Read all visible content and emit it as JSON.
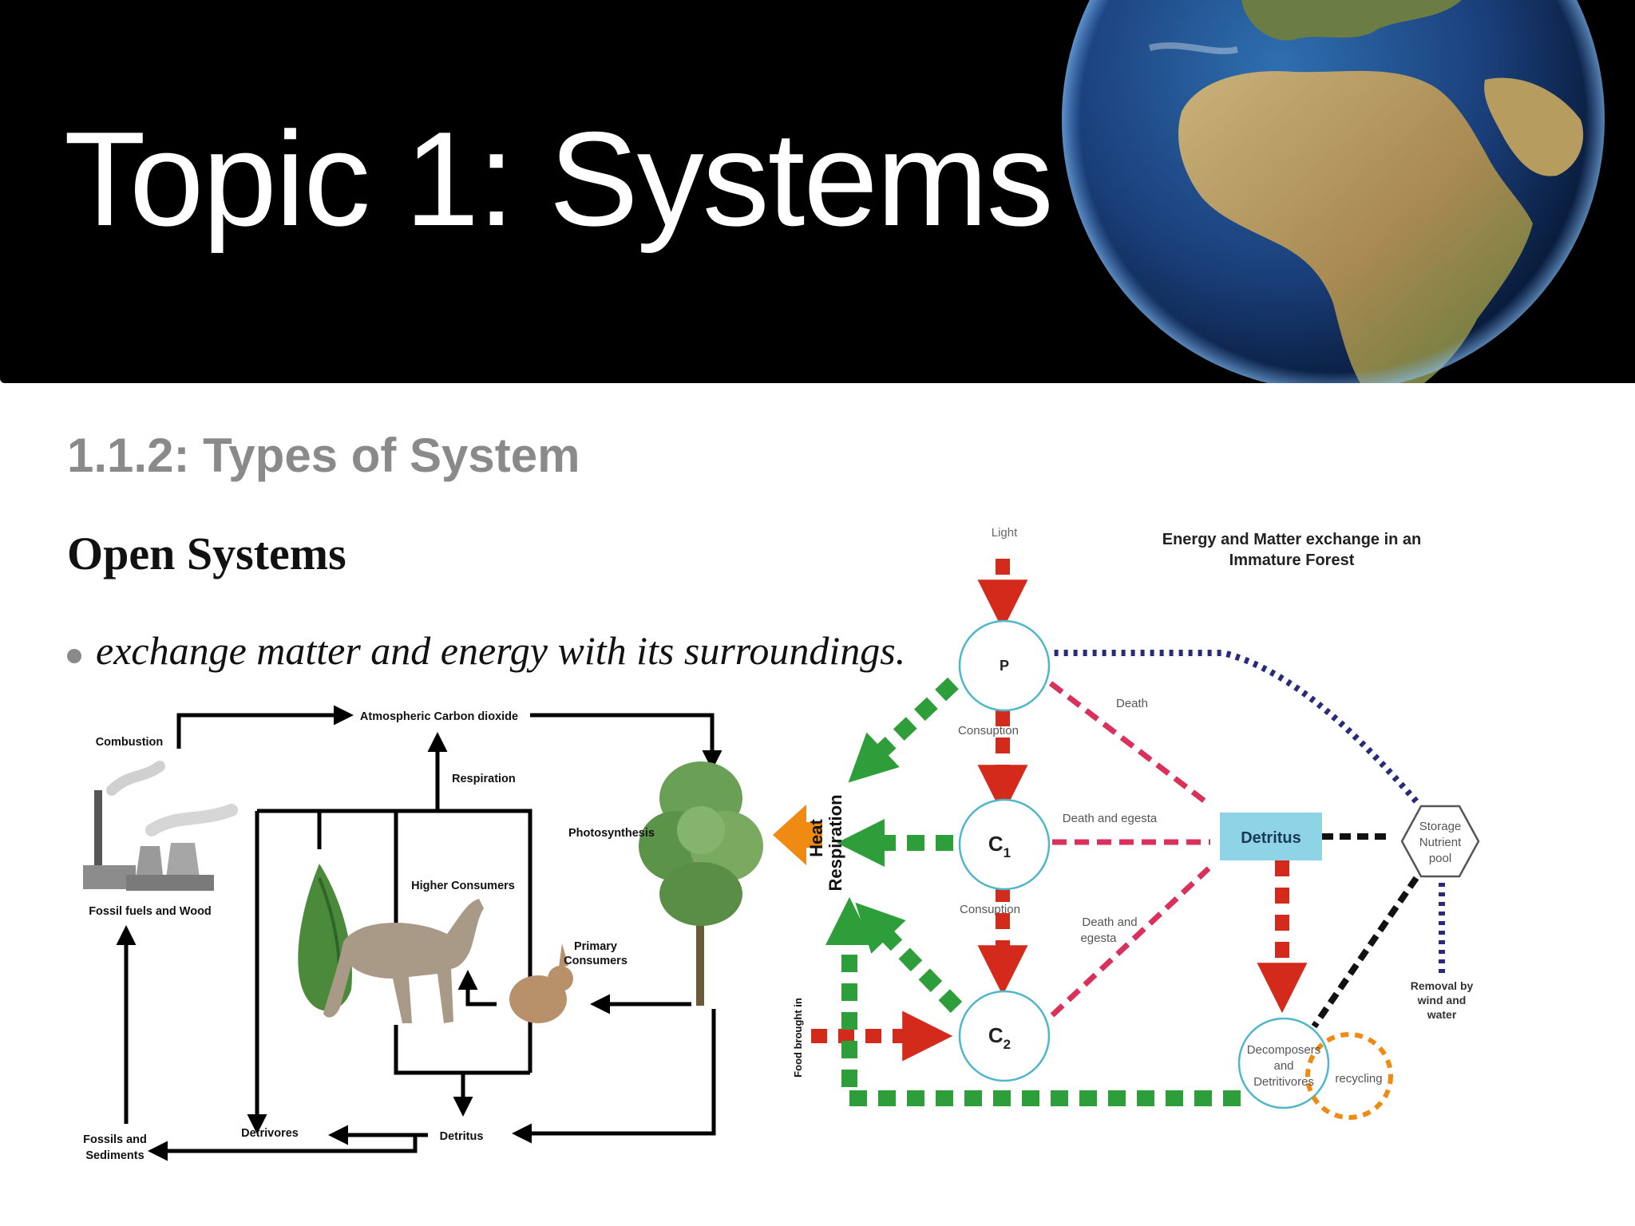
{
  "banner": {
    "title": "Topic 1: Systems"
  },
  "subtitle": "1.1.2: Types of System",
  "heading": "Open Systems",
  "bullet": "exchange matter and energy with its surroundings.",
  "carbon_cycle": {
    "atmospheric": "Atmospheric Carbon dioxide",
    "combustion": "Combustion",
    "respiration": "Respiration",
    "photosynthesis": "Photosynthesis",
    "higher_consumers": "Higher Consumers",
    "primary_line1": "Primary",
    "primary_line2": "Consumers",
    "fossil_fuels": "Fossil fuels and Wood",
    "fossils_line1": "Fossils and",
    "fossils_line2": "Sediments",
    "detrivores": "Detrivores",
    "detritus": "Detritus"
  },
  "forest": {
    "title_line1": "Energy and Matter exchange in an",
    "title_line2": "Immature Forest",
    "light": "Light",
    "p": "P",
    "c1": "C",
    "c1_sub": "1",
    "c2": "C",
    "c2_sub": "2",
    "death": "Death",
    "consumption1": "Consuption",
    "consumption2": "Consuption",
    "death_egesta1": "Death and egesta",
    "death_egesta2_line1": "Death and",
    "death_egesta2_line2": "egesta",
    "detritus": "Detritus",
    "storage_line1": "Storage",
    "storage_line2": "Nutrient",
    "storage_line3": "pool",
    "removal_line1": "Removal by",
    "removal_line2": "wind and",
    "removal_line3": "water",
    "decomposers_line1": "Decomposers",
    "decomposers_line2": "and",
    "decomposers_line3": "Detritivores",
    "recycling": "recycling",
    "heat": "Heat",
    "respiration": "Respiration",
    "food": "Food brought in"
  },
  "colors": {
    "red": "#d42a1c",
    "green": "#2e9e3a",
    "pink": "#d9305c",
    "navy": "#2a2a7a",
    "orange": "#ef8a12",
    "detritus_fill": "#8fd3e6",
    "circle_stroke": "#4fb7c9"
  }
}
